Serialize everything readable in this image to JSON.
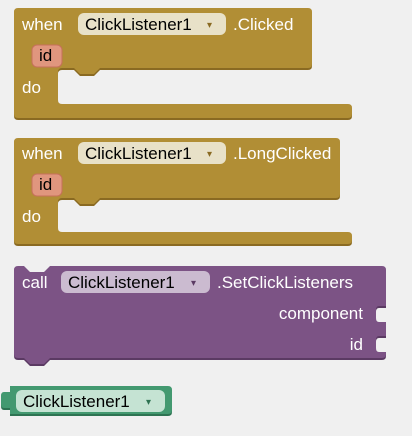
{
  "colors": {
    "event_block": "#b18e35",
    "event_shadow": "#8a6a22",
    "method_block": "#7c5385",
    "method_shadow": "#5b3a63",
    "component_block": "#439970",
    "component_shadow": "#2e7352",
    "param_pill": "#e0967e",
    "dropdown_light": "#e8e1c8",
    "dropdown_purple": "#cbbbd0",
    "dropdown_green": "#c5e3d3"
  },
  "blocks": {
    "clicked": {
      "when_label": "when",
      "component": "ClickListener1",
      "event": ".Clicked",
      "param": "id",
      "do_label": "do"
    },
    "long_clicked": {
      "when_label": "when",
      "component": "ClickListener1",
      "event": ".LongClicked",
      "param": "id",
      "do_label": "do"
    },
    "set_click_listeners": {
      "call_label": "call",
      "component": "ClickListener1",
      "method": ".SetClickListeners",
      "arg1": "component",
      "arg2": "id"
    },
    "component_block": {
      "component": "ClickListener1"
    }
  },
  "dropdown_arrow": "▾"
}
